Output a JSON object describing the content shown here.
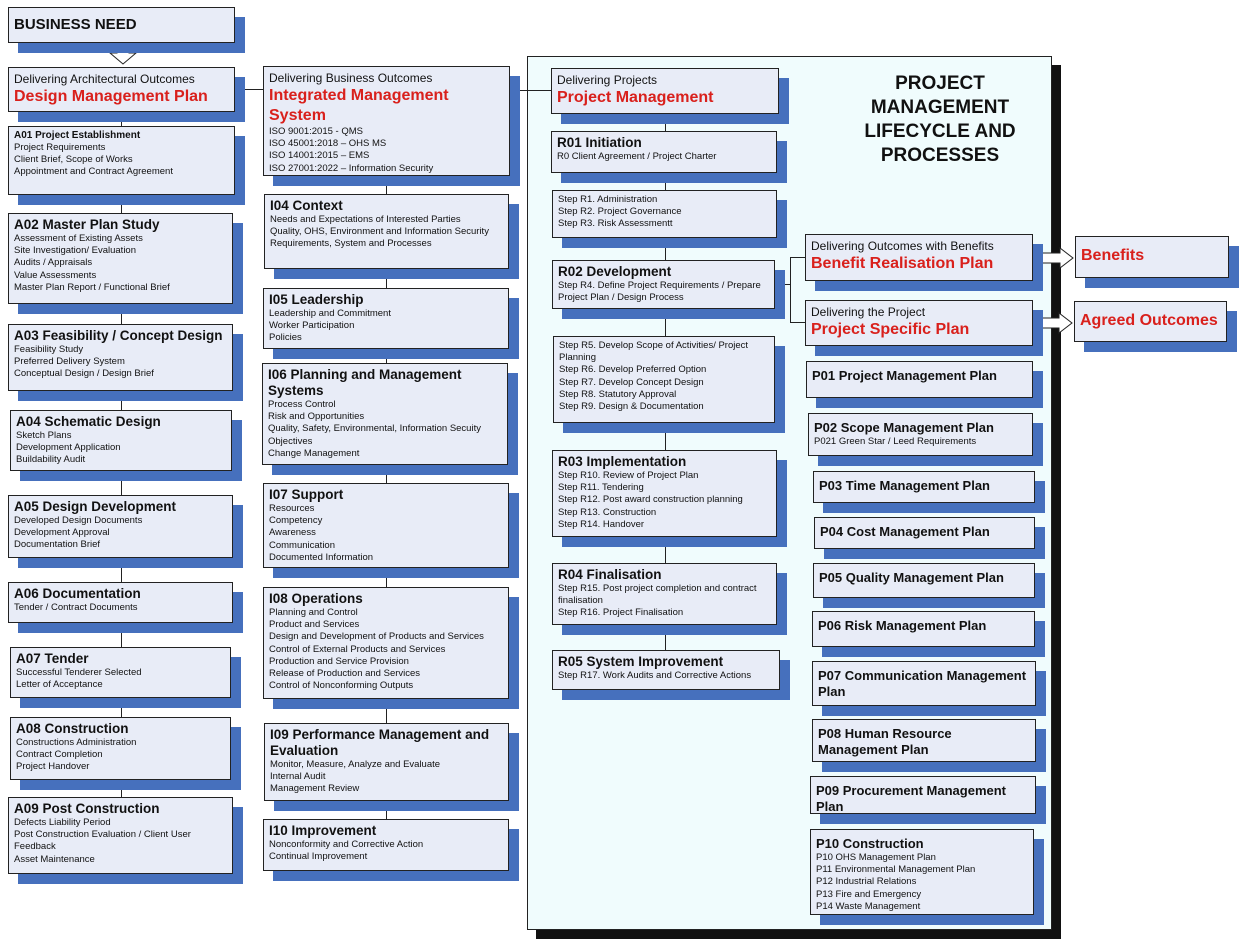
{
  "title": "PROJECT MANAGEMENT LIFECYCLE AND PROCESSES",
  "business_need": "BUSINESS NEED",
  "architectural": {
    "header": {
      "sub": "Delivering Architectural Outcomes",
      "title": "Design Management Plan"
    },
    "boxes": [
      {
        "title": "A01 Project Establishment",
        "lines": [
          "Project Requirements",
          "Client Brief, Scope of Works",
          "Appointment and Contract Agreement"
        ]
      },
      {
        "title": "A02 Master Plan Study",
        "lines": [
          "Assessment of Existing Assets",
          "Site Investigation/ Evaluation",
          "Audits / Appraisals",
          "Value Assessments",
          "Master Plan Report / Functional Brief"
        ]
      },
      {
        "title": "A03 Feasibility / Concept Design",
        "lines": [
          "Feasibility Study",
          "Preferred Delivery System",
          "Conceptual Design / Design Brief"
        ]
      },
      {
        "title": "A04 Schematic Design",
        "lines": [
          "Sketch Plans",
          "Development Application",
          "Buildability Audit"
        ]
      },
      {
        "title": "A05 Design Development",
        "lines": [
          "Developed Design Documents",
          "Development Approval",
          "Documentation Brief"
        ]
      },
      {
        "title": "A06 Documentation",
        "lines": [
          "Tender / Contract Documents"
        ]
      },
      {
        "title": "A07 Tender",
        "lines": [
          "Successful Tenderer Selected",
          "Letter of Acceptance"
        ]
      },
      {
        "title": "A08 Construction",
        "lines": [
          "Constructions Administration",
          "Contract Completion",
          "Project Handover"
        ]
      },
      {
        "title": "A09 Post Construction",
        "lines": [
          "Defects Liability Period",
          "Post Construction Evaluation / Client User Feedback",
          "Asset Maintenance"
        ]
      }
    ]
  },
  "business": {
    "header": {
      "sub": "Delivering Business Outcomes",
      "title": "Integrated Management System",
      "lines": [
        "ISO 9001:2015 - QMS",
        "ISO 45001:2018 – OHS MS",
        "ISO 14001:2015 – EMS",
        "ISO 27001:2022 – Information Security"
      ]
    },
    "boxes": [
      {
        "title": "I04 Context",
        "lines": [
          "Needs and Expectations of Interested Parties",
          "Quality, OHS, Environment and Information Security",
          "Requirements, System and Processes"
        ]
      },
      {
        "title": "I05 Leadership",
        "lines": [
          "Leadership and Commitment",
          "Worker Participation",
          "Policies"
        ]
      },
      {
        "title": "I06 Planning and Management Systems",
        "lines": [
          "Process Control",
          "Risk and Opportunities",
          "Quality, Safety, Environmental, Information Secuity Objectives",
          "Change Management"
        ]
      },
      {
        "title": "I07 Support",
        "lines": [
          "Resources",
          "Competency",
          "Awareness",
          "Communication",
          "Documented Information"
        ]
      },
      {
        "title": "I08 Operations",
        "lines": [
          "Planning and Control",
          "Product and Services",
          "Design and Development of Products and Services",
          "Control of External Products and Services",
          "Production and Service Provision",
          "Release of Production and Services",
          "Control of Nonconforming Outputs"
        ]
      },
      {
        "title": "I09 Performance Management and Evaluation",
        "lines": [
          "Monitor, Measure, Analyze and Evaluate",
          "Internal Audit",
          "Management Review"
        ]
      },
      {
        "title": "I10 Improvement",
        "lines": [
          "Nonconformity and Corrective Action",
          "Continual Improvement"
        ]
      }
    ]
  },
  "projects": {
    "header": {
      "sub": "Delivering Projects",
      "title": "Project Management"
    },
    "boxes": [
      {
        "title": "R01 Initiation",
        "lines": [
          "R0 Client Agreement / Project Charter"
        ]
      },
      {
        "title": "",
        "lines": [
          "Step R1. Administration",
          "Step R2. Project Governance",
          "Step R3. Risk Assessmentt"
        ]
      },
      {
        "title": "R02 Development",
        "lines": [
          "Step R4. Define Project Requirements / Prepare Project Plan / Design Process"
        ]
      },
      {
        "title": "",
        "lines": [
          "Step R5. Develop Scope of Activities/ Project Planning",
          "Step R6. Develop Preferred Option",
          "Step R7. Develop Concept Design",
          "Step R8. Statutory Approval",
          "Step R9. Design & Documentation"
        ]
      },
      {
        "title": "R03 Implementation",
        "lines": [
          "Step R10. Review of Project Plan",
          "Step R11. Tendering",
          "Step R12. Post award construction planning",
          "Step R13. Construction",
          "Step R14. Handover"
        ]
      },
      {
        "title": "R04 Finalisation",
        "lines": [
          "Step R15. Post project completion and contract finalisation",
          "Step R16. Project Finalisation"
        ]
      },
      {
        "title": "R05 System Improvement",
        "lines": [
          "Step R17. Work Audits and Corrective Actions"
        ]
      }
    ]
  },
  "plans": {
    "benefits_header": {
      "sub": "Delivering Outcomes with Benefits",
      "title": "Benefit Realisation Plan"
    },
    "project_header": {
      "sub": "Delivering the Project",
      "title": "Project Specific Plan"
    },
    "boxes": [
      {
        "title": "P01 Project Management Plan",
        "lines": []
      },
      {
        "title": "P02 Scope Management Plan",
        "lines": [
          "P021 Green Star / Leed Requirements"
        ]
      },
      {
        "title": "P03 Time Management Plan",
        "lines": []
      },
      {
        "title": "P04 Cost Management Plan",
        "lines": []
      },
      {
        "title": "P05 Quality Management Plan",
        "lines": []
      },
      {
        "title": "P06 Risk Management Plan",
        "lines": []
      },
      {
        "title": "P07 Communication Management Plan",
        "lines": []
      },
      {
        "title": "P08 Human Resource Management Plan",
        "lines": []
      },
      {
        "title": "P09 Procurement Management Plan",
        "lines": []
      },
      {
        "title": "P10 Construction",
        "lines": [
          "P10 OHS Management Plan",
          "P11 Environmental Management Plan",
          "P12 Industrial Relations",
          "P13 Fire and Emergency",
          "P14 Waste Management"
        ]
      }
    ]
  },
  "outcomes": {
    "benefits": "Benefits",
    "agreed": "Agreed Outcomes"
  },
  "colors": {
    "accent": "#d9201c",
    "shadow": "#4670bd",
    "box": "#e8ecf7",
    "panel": "#f0fcfd"
  }
}
